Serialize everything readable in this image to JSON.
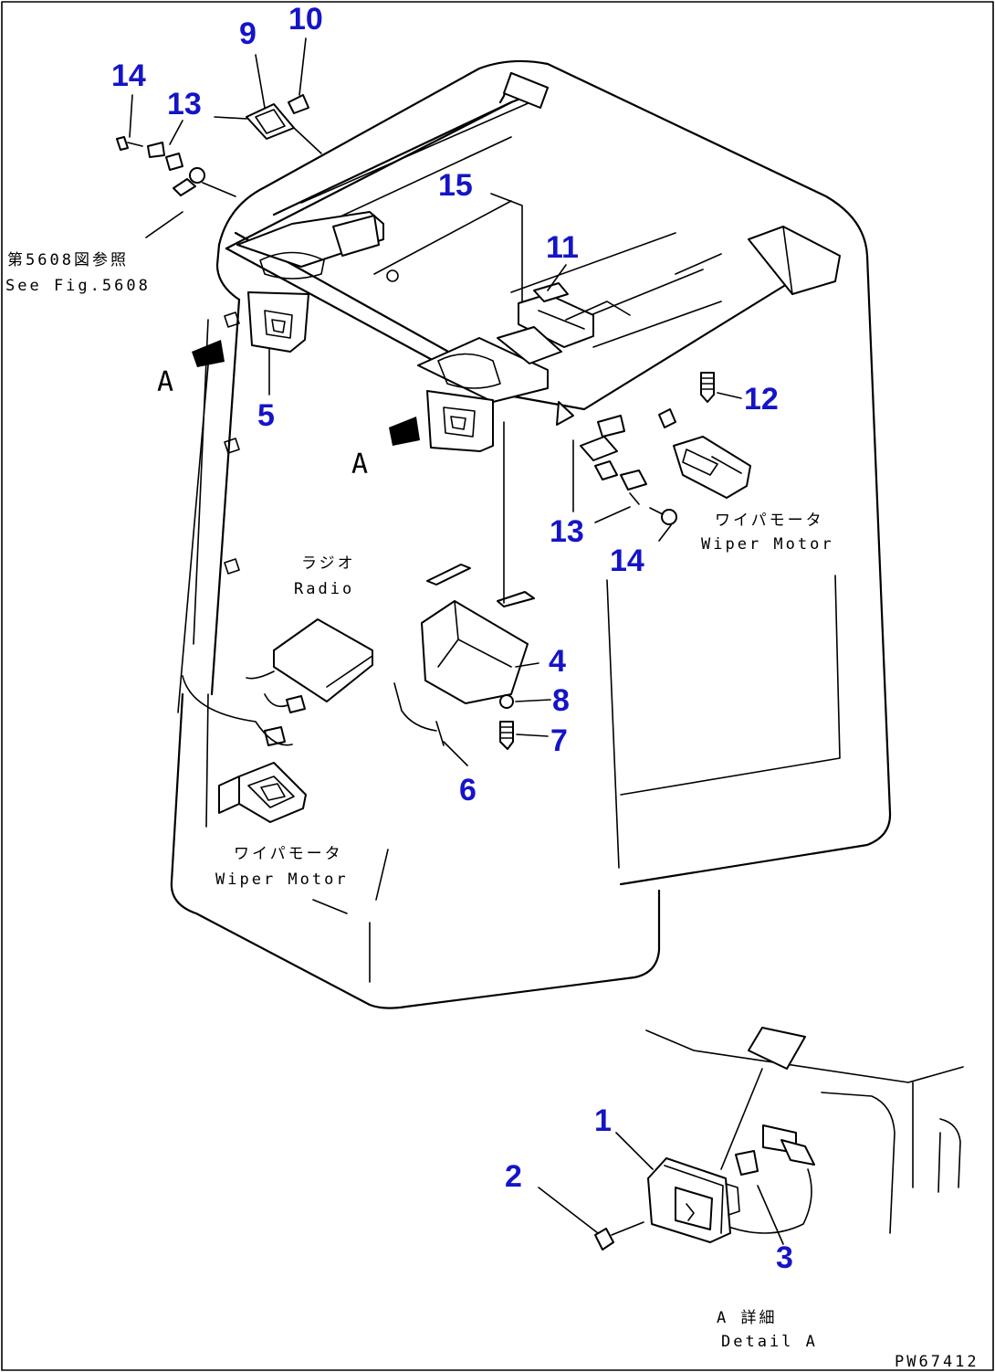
{
  "diagram": {
    "callout_color": "#1414c8",
    "callouts": [
      {
        "id": "1",
        "label": "1"
      },
      {
        "id": "2",
        "label": "2"
      },
      {
        "id": "3",
        "label": "3"
      },
      {
        "id": "4",
        "label": "4"
      },
      {
        "id": "5",
        "label": "5"
      },
      {
        "id": "6",
        "label": "6"
      },
      {
        "id": "7",
        "label": "7"
      },
      {
        "id": "8",
        "label": "8"
      },
      {
        "id": "9",
        "label": "9"
      },
      {
        "id": "10",
        "label": "10"
      },
      {
        "id": "11",
        "label": "11"
      },
      {
        "id": "12",
        "label": "12"
      },
      {
        "id": "13a",
        "label": "13"
      },
      {
        "id": "13b",
        "label": "13"
      },
      {
        "id": "14a",
        "label": "14"
      },
      {
        "id": "14b",
        "label": "14"
      },
      {
        "id": "15",
        "label": "15"
      }
    ],
    "annotations": {
      "see_fig_jp": "第5608図参照",
      "see_fig_en": "See Fig.5608",
      "radio_jp": "ラジオ",
      "radio_en": "Radio",
      "wiper_jp_right": "ワイパモータ",
      "wiper_en_right": "Wiper Motor",
      "wiper_jp_left": "ワイパモータ",
      "wiper_en_left": "Wiper Motor",
      "view_a_left": "A",
      "view_a_center": "A",
      "detail_jp": "A 詳細",
      "detail_en": "Detail A",
      "drawing_no": "PW67412"
    }
  }
}
